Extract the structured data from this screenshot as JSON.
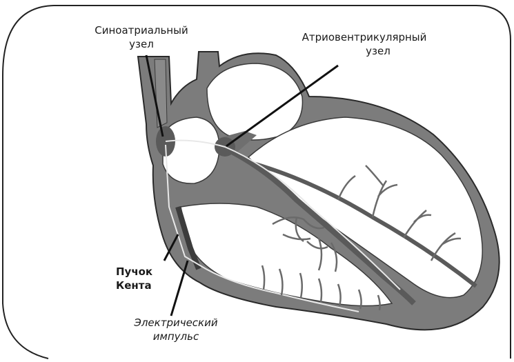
{
  "labels": {
    "sa_node_line1": "Синоатриальный",
    "sa_node_line2": "узел",
    "av_node_line1": "Атриовентрикулярный",
    "av_node_line2": "узел",
    "kent_line1": "Пучок",
    "kent_line2": "Кента",
    "impulse_line1": "Электрический",
    "impulse_line2": "импульс"
  },
  "colors": {
    "wall": "#7c7c7c",
    "outline": "#2a2a2a",
    "chamber": "#ffffff",
    "node": "#5a5a5a",
    "fibers": "#6a6a6a",
    "impulse": "#e8e8e8"
  }
}
